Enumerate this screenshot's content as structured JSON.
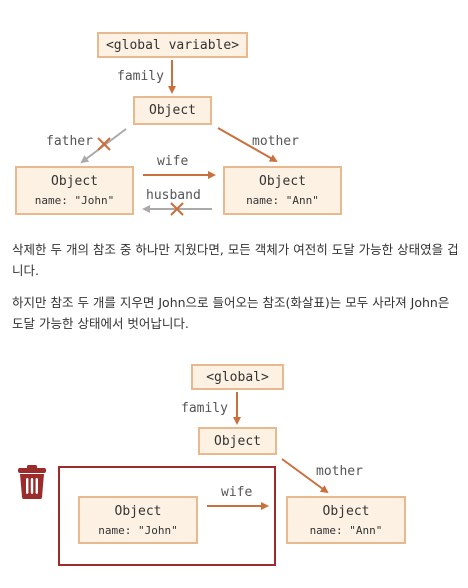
{
  "diagram1": {
    "global_box": "<global variable>",
    "family_label": "family",
    "root_object": "Object",
    "father_label": "father",
    "mother_label": "mother",
    "wife_label": "wife",
    "husband_label": "husband",
    "john": {
      "title": "Object",
      "name": "name: \"John\""
    },
    "ann": {
      "title": "Object",
      "name": "name: \"Ann\""
    }
  },
  "text": {
    "para1": "삭제한 두 개의 참조 중 하나만 지웠다면, 모든 객체가 여전히 도달 가능한 상태였을 겁니다.",
    "para2": "하지만 참조 두 개를 지우면 John으로 들어오는 참조(화살표)는 모두 사라져 John은 도달 가능한 상태에서 벗어납니다."
  },
  "diagram2": {
    "global_box": "<global>",
    "family_label": "family",
    "root_object": "Object",
    "mother_label": "mother",
    "wife_label": "wife",
    "john": {
      "title": "Object",
      "name": "name: \"John\""
    },
    "ann": {
      "title": "Object",
      "name": "name: \"Ann\""
    }
  },
  "colors": {
    "box_fill": "#fdf1e3",
    "box_border": "#e8b98f",
    "arrow": "#c9703d",
    "removed_arrow": "#aaaaaa",
    "cross": "#c9703d",
    "trash": "#9c2b2b"
  },
  "icons": {
    "trash": "trash-can-icon"
  }
}
